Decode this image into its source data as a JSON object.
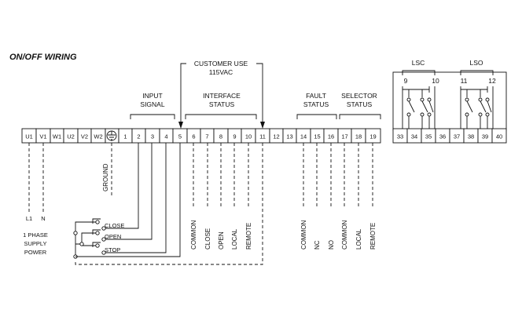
{
  "title": "ON/OFF WIRING",
  "customer_use": {
    "line1": "CUSTOMER USE",
    "line2": "115VAC"
  },
  "groups": {
    "input_signal": [
      "INPUT",
      "SIGNAL"
    ],
    "interface_status": [
      "INTERFACE",
      "STATUS"
    ],
    "fault_status": [
      "FAULT",
      "STATUS"
    ],
    "selector_status": [
      "SELECTOR",
      "STATUS"
    ],
    "lsc": "LSC",
    "lso": "LSO"
  },
  "terminals_main": [
    "U1",
    "V1",
    "W1",
    "U2",
    "V2",
    "W2",
    "",
    "1",
    "2",
    "3",
    "4",
    "5",
    "6",
    "7",
    "8",
    "9",
    "10",
    "11",
    "12",
    "13",
    "14",
    "15",
    "16",
    "17",
    "18",
    "19"
  ],
  "terminals_limit": [
    "33",
    "34",
    "35",
    "36",
    "37",
    "38",
    "39",
    "40"
  ],
  "limit_numbers": {
    "lsc_left": "9",
    "lsc_right": "10",
    "lso_left": "11",
    "lso_right": "12"
  },
  "ground_label": "GROUND",
  "supply": {
    "l1": "L1",
    "n": "N",
    "line1": "1 PHASE",
    "line2": "SUPPLY",
    "line3": "POWER"
  },
  "switches": {
    "close": "CLOSE",
    "open": "OPEN",
    "stop": "STOP"
  },
  "vertical_labels": {
    "t6": "COMMON",
    "t7": "CLOSE",
    "t8": "OPEN",
    "t9": "LOCAL",
    "t10": "REMOTE",
    "t14": "COMMON",
    "t15": "NC",
    "t16": "NO",
    "t17": "COMMON",
    "t18": "LOCAL",
    "t19": "REMOTE"
  },
  "icons": {
    "ground": "earth-ground-icon"
  }
}
